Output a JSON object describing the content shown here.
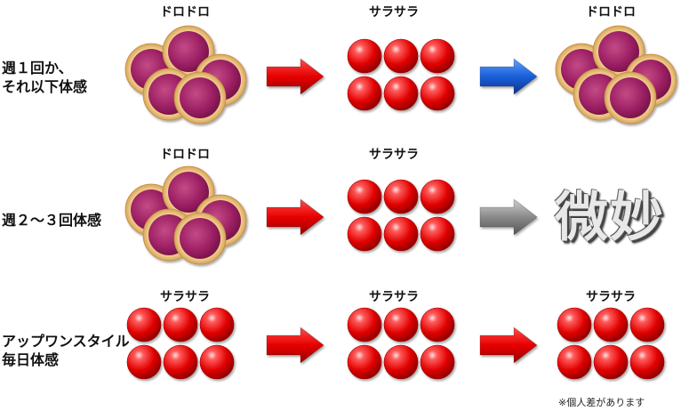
{
  "rows": [
    {
      "label": "週１回か、\nそれ以下体感",
      "states": [
        "ドロドロ",
        "サラサラ",
        "ドロドロ"
      ],
      "visuals": [
        "clumped",
        "dispersed",
        "clumped"
      ],
      "arrows": [
        "red",
        "blue"
      ],
      "outcome": ""
    },
    {
      "label": "週２〜３回体感",
      "states": [
        "ドロドロ",
        "サラサラ",
        ""
      ],
      "visuals": [
        "clumped",
        "dispersed",
        "text"
      ],
      "arrows": [
        "red",
        "gray"
      ],
      "outcome": "微妙"
    },
    {
      "label": "アップワンスタイル\n毎日体感",
      "states": [
        "サラサラ",
        "サラサラ",
        "サラサラ"
      ],
      "visuals": [
        "dispersed",
        "dispersed",
        "dispersed"
      ],
      "arrows": [
        "red",
        "red"
      ],
      "outcome": ""
    }
  ],
  "note": "※個人差があります",
  "colors": {
    "red_arrow": "#e60000",
    "blue_arrow": "#1a5fd8",
    "gray_arrow": "#8a8a8a",
    "blood_cell": "#ee1111",
    "clump_cell_inner": "#9b1f63",
    "clump_cell_rim": "#f2c98a"
  },
  "icons": {
    "dispersed": "red-blood-cells-separated-icon",
    "clumped": "red-blood-cells-clumped-icon",
    "arrow": "right-arrow-icon"
  }
}
